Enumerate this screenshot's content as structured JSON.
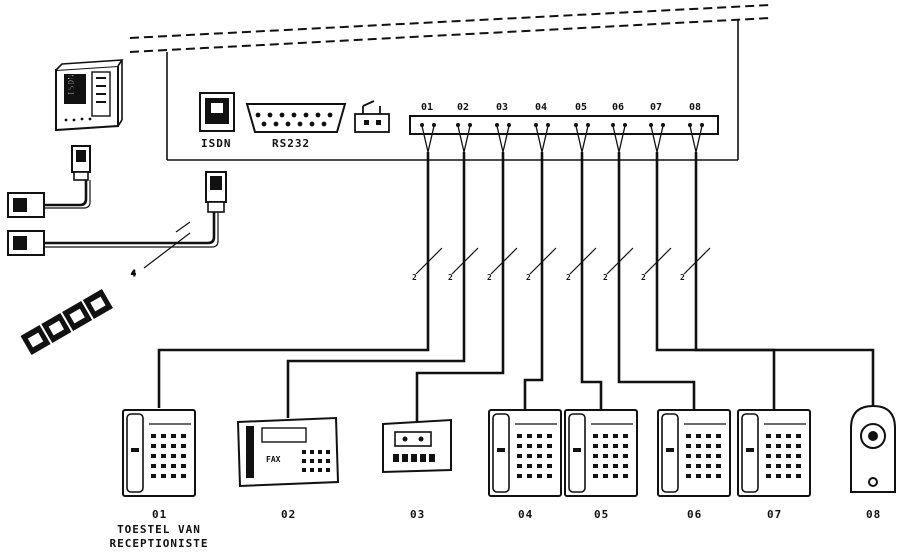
{
  "central_unit": {
    "connectors": {
      "isdn_label": "ISDN",
      "rs232_label": "RS232"
    },
    "ports": [
      "01",
      "02",
      "03",
      "04",
      "05",
      "06",
      "07",
      "08"
    ]
  },
  "wires": [
    "2",
    "2",
    "2",
    "2",
    "2",
    "2",
    "2",
    "2"
  ],
  "isdn_wire_count": "4",
  "devices": [
    {
      "id": "01",
      "kind": "telephone",
      "caption": [
        "TOESTEL VAN",
        "RECEPTIONISTE"
      ]
    },
    {
      "id": "02",
      "kind": "fax",
      "panel_text": "FAX"
    },
    {
      "id": "03",
      "kind": "answering-machine"
    },
    {
      "id": "04",
      "kind": "telephone"
    },
    {
      "id": "05",
      "kind": "telephone"
    },
    {
      "id": "06",
      "kind": "telephone"
    },
    {
      "id": "07",
      "kind": "telephone"
    },
    {
      "id": "08",
      "kind": "door-intercom"
    }
  ],
  "nt1_box": {
    "brand_text": "ISDN"
  }
}
